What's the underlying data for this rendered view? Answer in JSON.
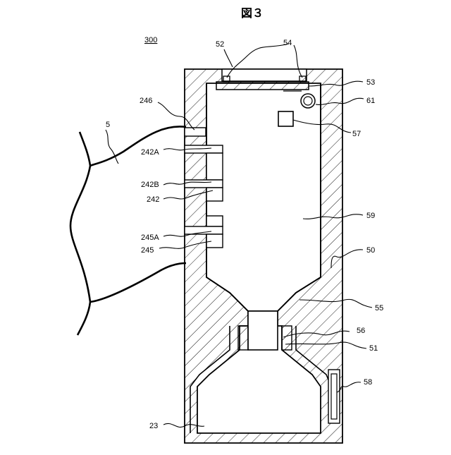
{
  "figure": {
    "title": "図３",
    "ref_number": "300"
  },
  "labels": {
    "l5": "5",
    "l52": "52",
    "l54": "54",
    "l53": "53",
    "l61": "61",
    "l57": "57",
    "l59": "59",
    "l50": "50",
    "l55": "55",
    "l56": "56",
    "l51": "51",
    "l58": "58",
    "l23": "23",
    "l246": "246",
    "l242A": "242A",
    "l242B": "242B",
    "l242": "242",
    "l245A": "245A",
    "l245": "245"
  }
}
